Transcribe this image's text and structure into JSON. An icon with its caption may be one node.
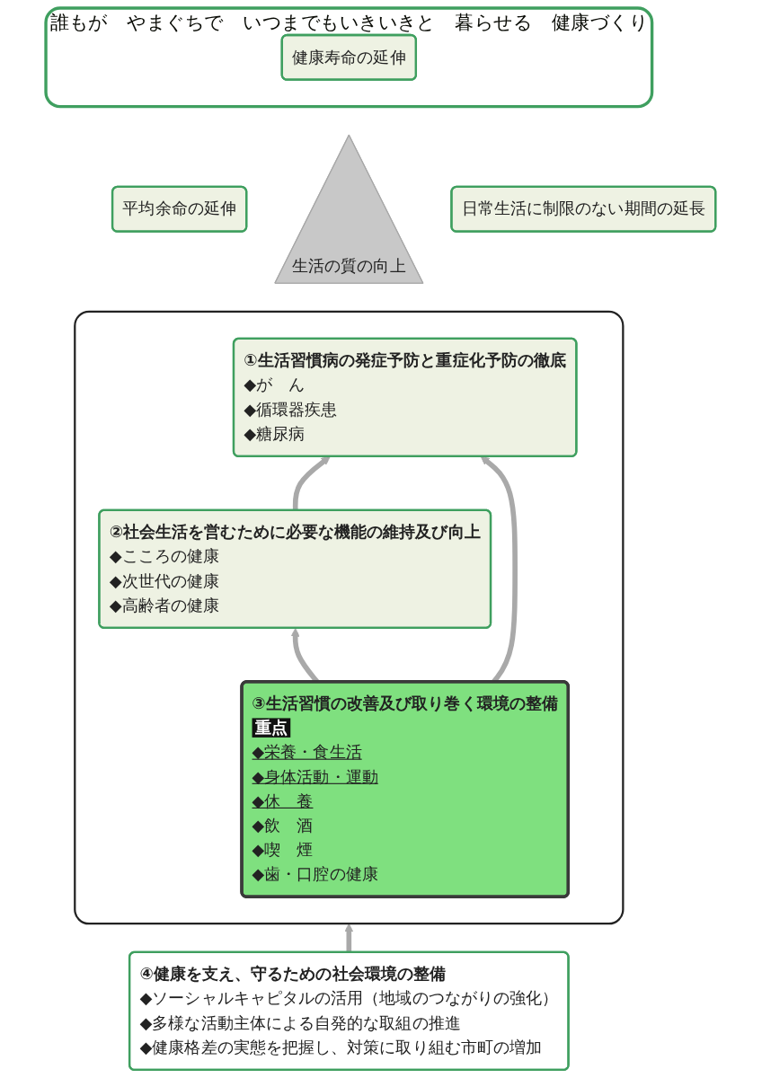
{
  "diagram": {
    "nodes": [
      {
        "text": [
          "誰もが　やまぐちで　いつまでもいきいきと　暮らせる　健康づくり"
        ]
      },
      {
        "text": [
          "健康寿命の延伸"
        ],
        "in": 0
      },
      {
        "text": [
          "平均余命の延伸"
        ]
      },
      {
        "text": [
          "日常生活に制限のない期間の延長"
        ]
      },
      {
        "text": [
          "生活の質の向上"
        ]
      },
      {
        "text": [],
        "shape": "box"
      },
      {
        "text": [
          "①生活習慣病の発症予防と重症化予防の徹底",
          "◆が　ん",
          "◆循環器疾患",
          "◆糖尿病"
        ],
        "in": 5
      },
      {
        "text": [
          "②社会生活を営むために必要な機能の維持及び向上",
          "◆こころの健康",
          "◆次世代の健康",
          "◆高齢者の健康"
        ],
        "in": 5
      },
      {
        "text": [
          "③生活習慣の改善及び取り巻く環境の整備",
          "重点",
          "◆栄養・食生活",
          "◆身体活動・運動",
          "◆休　養",
          "◆飲　酒",
          "◆喫　煙",
          "◆歯・口腔の健康"
        ],
        "in": 5
      },
      {
        "text": [
          "④健康を支え、守るための社会環境の整備",
          "◆ソーシャルキャピタルの活用（地域のつながりの強化）",
          "◆多様な活動主体による自発的な取組の推進",
          "◆健康格差の実態を把握し、対策に取り組む市町の増加"
        ]
      }
    ],
    "edges": [
      {
        "from": 7,
        "to": 6,
        "arrow": "to"
      },
      {
        "from": 8,
        "to": 6,
        "arrow": "to"
      },
      {
        "from": 8,
        "to": 7,
        "arrow": "to"
      },
      {
        "from": 9,
        "to": 5,
        "arrow": "to"
      }
    ]
  }
}
